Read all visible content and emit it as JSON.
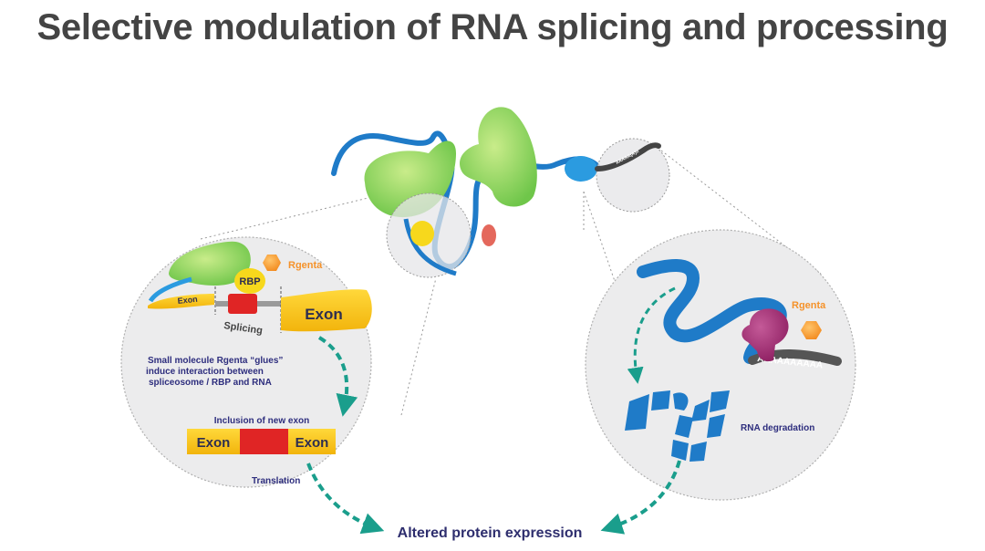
{
  "title": "Selective modulation of RNA splicing and processing",
  "colors": {
    "rna_blue": "#1f7bc8",
    "spliceosome_green": "#8fd05a",
    "exon_yellow": "#f6c21a",
    "insert_red": "#e02525",
    "rgenta_orange": "#f5922a",
    "arrow_teal": "#1a9e8c",
    "text_navy": "#2e2e7e",
    "degrader_purple": "#9e2a72",
    "circle_fill": "#ececed"
  },
  "left_panel": {
    "rgenta_label": "Rgenta",
    "rbp_label": "RBP",
    "exon_small_label": "Exon",
    "exon_large_label": "Exon",
    "splicing_label": "Splicing",
    "description_lines": [
      "Small molecule Rgenta “glues”",
      "induce interaction between",
      "spliceosome / RBP and RNA"
    ],
    "inclusion_label": "Inclusion of new exon",
    "exon_bar_left": "Exon",
    "exon_bar_right": "Exon",
    "translation_label": "Translation"
  },
  "right_panel": {
    "rgenta_label": "Rgenta",
    "polya_label": "AAAAAAAAAA",
    "degradation_label": "RNA degradation"
  },
  "top_inset": {
    "polya_label": "AAAAA(A)n"
  },
  "outcome_label": "Altered protein expression"
}
